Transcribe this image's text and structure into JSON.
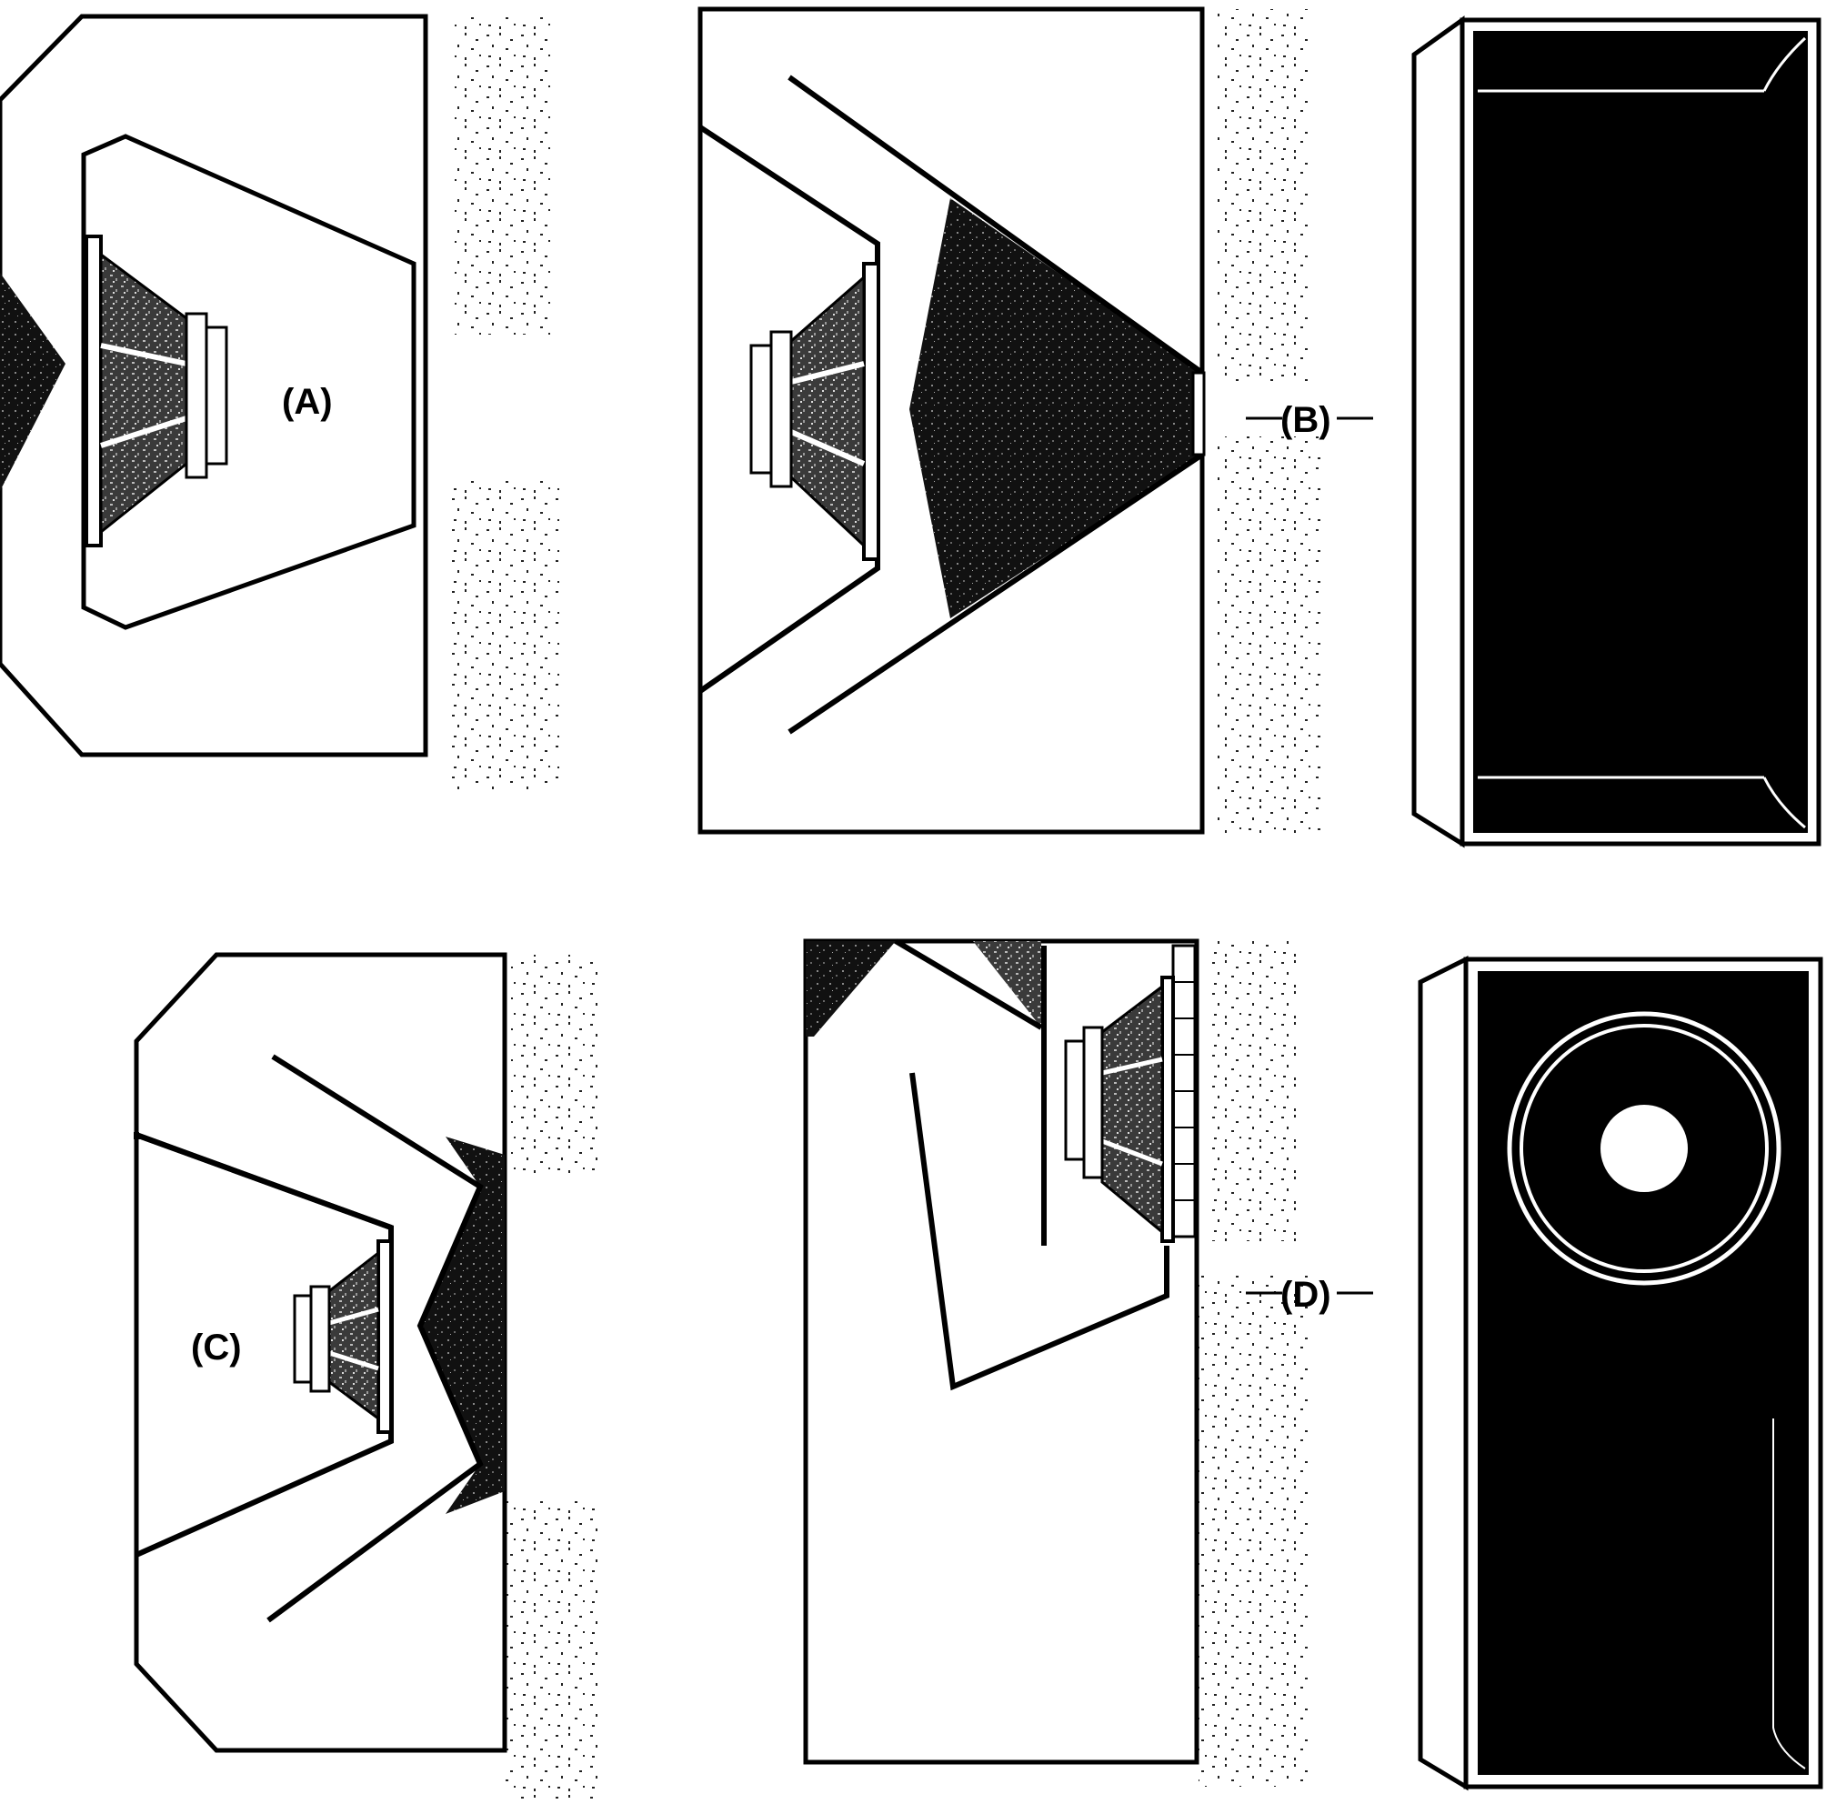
{
  "figure": {
    "labels": {
      "a": "(A)",
      "b": "(B)",
      "c": "(C)",
      "d": "(D)"
    },
    "colors": {
      "ink": "#000000",
      "paper": "#ffffff",
      "stipple": "#222222"
    }
  }
}
